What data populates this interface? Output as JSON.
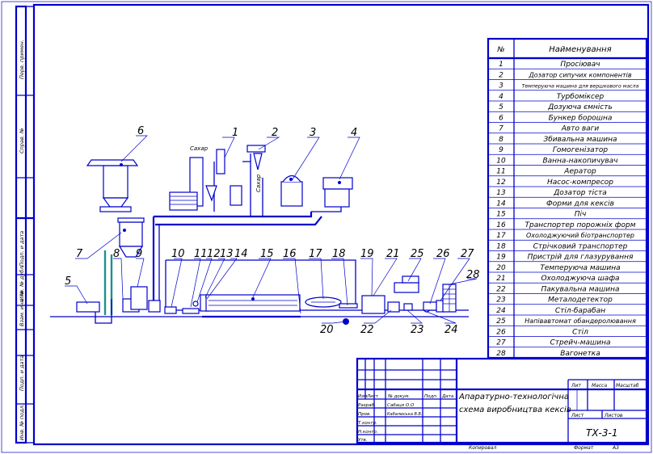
{
  "table": {
    "header_no": "№",
    "header_name": "Найменування",
    "rows": [
      {
        "no": "1",
        "name": "Просіювач"
      },
      {
        "no": "2",
        "name": "Дозатор сипучих компонентів"
      },
      {
        "no": "3",
        "name": "Темперуюча машина для вершкового масла"
      },
      {
        "no": "4",
        "name": "Турбоміксер"
      },
      {
        "no": "5",
        "name": "Дозуюча ємність"
      },
      {
        "no": "6",
        "name": "Бункер борошна"
      },
      {
        "no": "7",
        "name": "Авто ваги"
      },
      {
        "no": "8",
        "name": "Збивальна машина"
      },
      {
        "no": "9",
        "name": "Гомогенізатор"
      },
      {
        "no": "10",
        "name": "Ванна-накопичувач"
      },
      {
        "no": "11",
        "name": "Аератор"
      },
      {
        "no": "12",
        "name": "Насос-компресор"
      },
      {
        "no": "13",
        "name": "Дозатор тіста"
      },
      {
        "no": "14",
        "name": "Форми для кексів"
      },
      {
        "no": "15",
        "name": "Піч"
      },
      {
        "no": "16",
        "name": "Транспортер порожніх форм"
      },
      {
        "no": "17",
        "name": "Охолоджуючий біотранспортер"
      },
      {
        "no": "18",
        "name": "Стрічковий транспортер"
      },
      {
        "no": "19",
        "name": "Пристрій для глазурування"
      },
      {
        "no": "20",
        "name": "Темперуюча машина"
      },
      {
        "no": "21",
        "name": "Охолоджуюча шафа"
      },
      {
        "no": "22",
        "name": "Пакувальна машина"
      },
      {
        "no": "23",
        "name": "Металодетектор"
      },
      {
        "no": "24",
        "name": "Стіл-барабан"
      },
      {
        "no": "25",
        "name": "Напівавтомат обандеролювання"
      },
      {
        "no": "26",
        "name": "Стіл"
      },
      {
        "no": "27",
        "name": "Стрейч-машина"
      },
      {
        "no": "28",
        "name": "Вагонетка"
      }
    ]
  },
  "side_labels": [
    "Перв. примен.",
    "Справ. №",
    "Подп. и дата",
    "Инв. № дубл.",
    "Взам. инв. №",
    "Подп. и дата",
    "Инв. № подл."
  ],
  "diagram": {
    "callouts": [
      "1",
      "2",
      "3",
      "4",
      "5",
      "6",
      "7",
      "8",
      "9",
      "10",
      "11",
      "12",
      "13",
      "14",
      "15",
      "16",
      "17",
      "18",
      "19",
      "20",
      "21",
      "22",
      "23",
      "24",
      "25",
      "26",
      "27",
      "28"
    ],
    "sugar_label_1": "Сахар",
    "sugar_label_2": "Сахар"
  },
  "title_block": {
    "title_line1": "Апаратурно-технологічна",
    "title_line2": "схема виробництва кексів",
    "code": "ТХ-3-1",
    "lit": "Лит",
    "mass": "Масса",
    "scale": "Масштаб",
    "sheet": "Лист",
    "sheets": "Листов",
    "col_izm": "Изм",
    "col_list": "Лист",
    "col_doc": "№ докум.",
    "col_sign": "Подп.",
    "col_date": "Дата",
    "role_dev": "Разраб.",
    "role_check": "Пров.",
    "role_tcontr": "Т.контр.",
    "role_ncontr": "Н.контр.",
    "role_appr": "Утв.",
    "name_dev": "Сабаця О.О",
    "name_check": "Кабалюська В.В.",
    "copied": "Копировал",
    "format": "Формат",
    "format_value": "А3"
  }
}
